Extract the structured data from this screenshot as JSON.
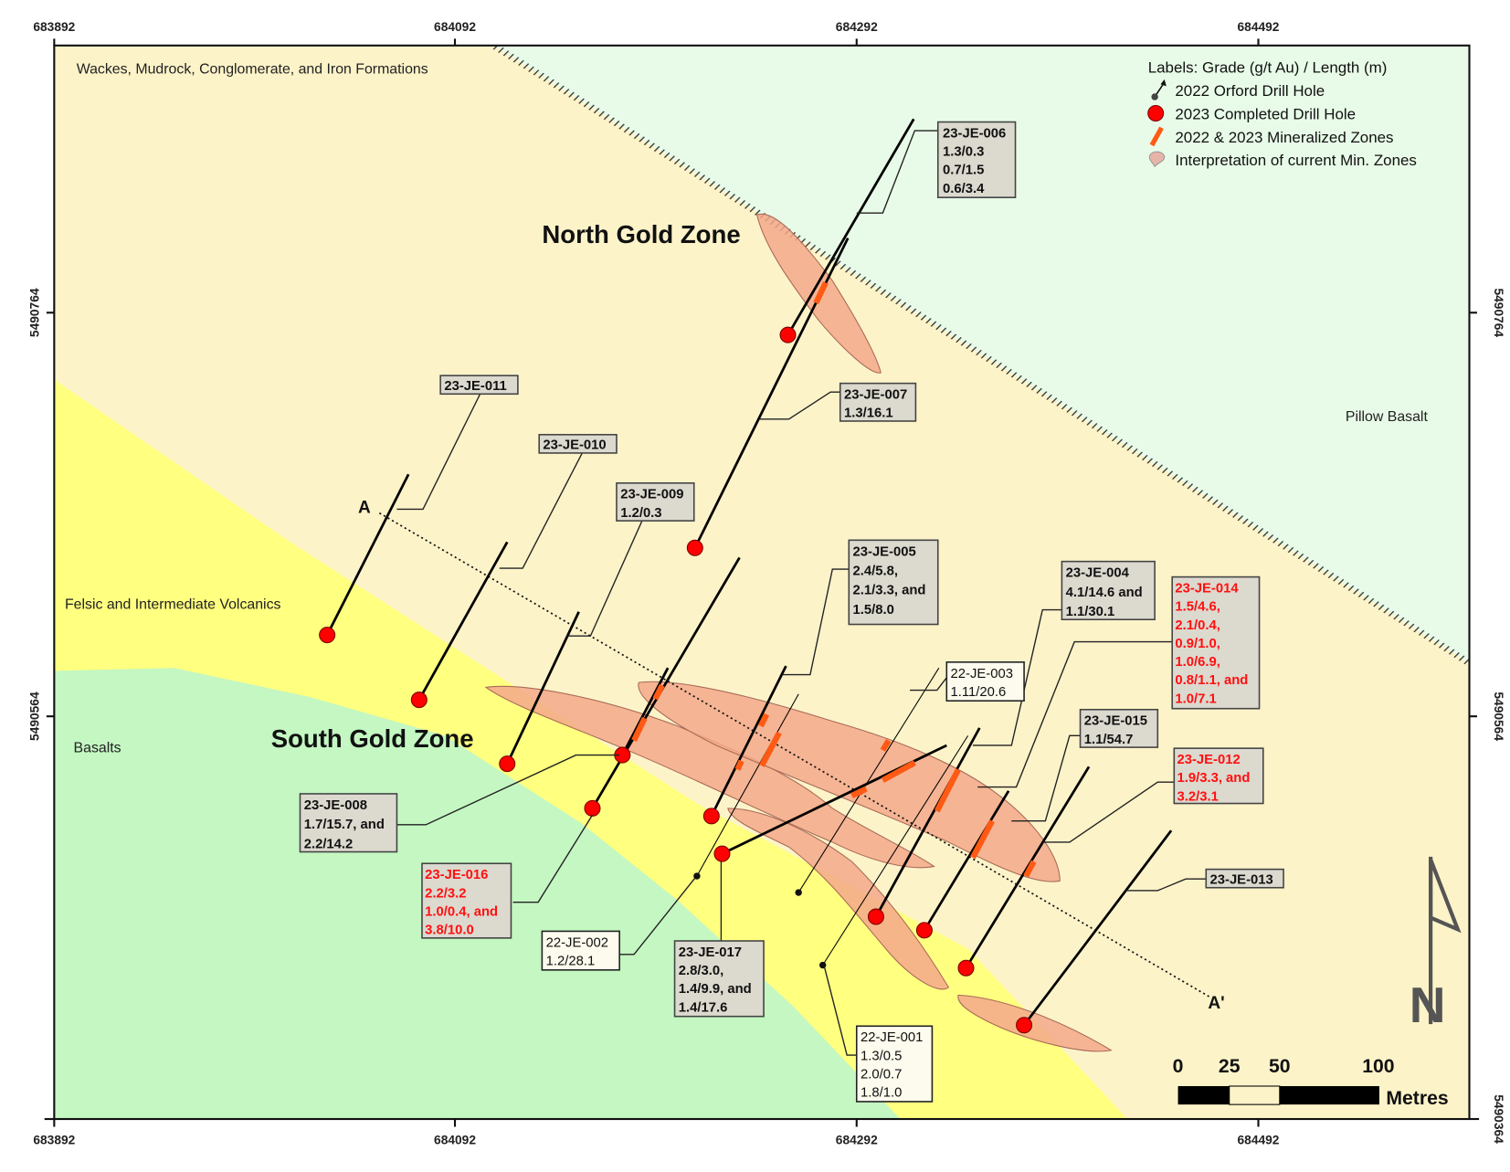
{
  "map": {
    "x_ticks": [
      "683892",
      "684092",
      "684292",
      "684492"
    ],
    "y_ticks": [
      "5490764",
      "5490564",
      "5490364"
    ],
    "units": {
      "wackes": "Wackes, Mudrock, Conglomerate, and Iron Formations",
      "felsic": "Felsic and Intermediate Volcanics",
      "basalts": "Basalts",
      "pillow": "Pillow Basalt"
    },
    "zones": {
      "north": "North Gold Zone",
      "south": "South Gold Zone"
    },
    "section": {
      "start": "A",
      "end": "A'"
    },
    "colors": {
      "wackes": "#fdf3c9",
      "felsic": "#ffff80",
      "basalts": "#c4f7c2",
      "pillow": "#e8fbe8",
      "hole": "#ff0000",
      "mineralized": "#ff5a14",
      "interpretation": "#f3a889"
    }
  },
  "legend": {
    "title": "Labels: Grade (g/t Au) / Length (m)",
    "items": [
      {
        "icon": "drill-hole-2022-icon",
        "label": "2022 Orford Drill Hole"
      },
      {
        "icon": "red-circle-icon",
        "label": "2023 Completed Drill Hole"
      },
      {
        "icon": "orange-bar-icon",
        "label": "2022 & 2023 Mineralized Zones"
      },
      {
        "icon": "pink-blob-icon",
        "label": "Interpretation of current Min. Zones"
      }
    ]
  },
  "scale_bar": {
    "ticks": [
      "0",
      "25",
      "50",
      "100"
    ],
    "unit": "Metres"
  },
  "north_arrow": {
    "label": "N"
  },
  "drill_labels": [
    {
      "id": "23-JE-006",
      "lines": [
        "1.3/0.3",
        "0.7/1.5",
        "0.6/3.4"
      ],
      "style": "grey"
    },
    {
      "id": "23-JE-007",
      "lines": [
        "1.3/16.1"
      ],
      "style": "grey"
    },
    {
      "id": "23-JE-011",
      "lines": [],
      "style": "grey"
    },
    {
      "id": "23-JE-010",
      "lines": [],
      "style": "grey"
    },
    {
      "id": "23-JE-009",
      "lines": [
        "1.2/0.3"
      ],
      "style": "grey"
    },
    {
      "id": "23-JE-005",
      "lines": [
        "2.4/5.8,",
        "2.1/3.3, and",
        "1.5/8.0"
      ],
      "style": "grey"
    },
    {
      "id": "23-JE-004",
      "lines": [
        "4.1/14.6 and",
        "1.1/30.1"
      ],
      "style": "grey"
    },
    {
      "id": "23-JE-014",
      "lines": [
        "1.5/4.6,",
        "2.1/0.4,",
        "0.9/1.0,",
        "1.0/6.9,",
        "0.8/1.1, and",
        "1.0/7.1"
      ],
      "style": "red"
    },
    {
      "id": "22-JE-003",
      "lines": [
        "1.11/20.6"
      ],
      "style": "white"
    },
    {
      "id": "23-JE-015",
      "lines": [
        "1.1/54.7"
      ],
      "style": "grey"
    },
    {
      "id": "23-JE-012",
      "lines": [
        "1.9/3.3, and",
        "3.2/3.1"
      ],
      "style": "red"
    },
    {
      "id": "23-JE-013",
      "lines": [],
      "style": "grey"
    },
    {
      "id": "23-JE-008",
      "lines": [
        "1.7/15.7, and",
        "2.2/14.2"
      ],
      "style": "grey"
    },
    {
      "id": "23-JE-016",
      "lines": [
        "2.2/3.2",
        "1.0/0.4, and",
        "3.8/10.0"
      ],
      "style": "red"
    },
    {
      "id": "22-JE-002",
      "lines": [
        "1.2/28.1"
      ],
      "style": "white"
    },
    {
      "id": "23-JE-017",
      "lines": [
        "2.8/3.0,",
        "1.4/9.9, and",
        "1.4/17.6"
      ],
      "style": "grey"
    },
    {
      "id": "22-JE-001",
      "lines": [
        "1.3/0.5",
        "2.0/0.7",
        "1.8/1.0"
      ],
      "style": "white"
    }
  ]
}
